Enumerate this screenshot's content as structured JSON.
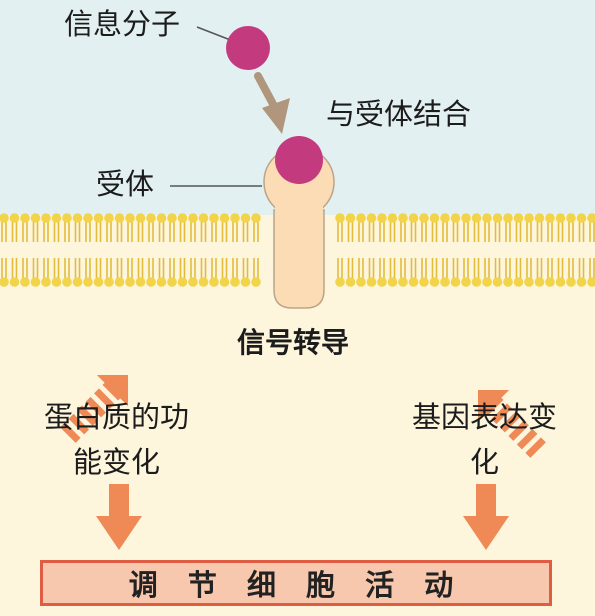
{
  "labels": {
    "signal_molecule": "信息分子",
    "binding": "与受体结合",
    "receptor": "受体",
    "signal_transduction": "信号转导",
    "protein_function": "蛋白质的功能变化",
    "gene_expression": "基因表达变化",
    "regulate_activity": "调 节 细 胞 活 动"
  },
  "colors": {
    "cytoplasm": "#fdf5dc",
    "extracellular": "#e3f0f1",
    "membrane_head": "#f1d44a",
    "receptor": "#fcdcb5",
    "ligand": "#c33a7f",
    "arrow": "#ef8a57",
    "banner_border": "#df5d43"
  }
}
